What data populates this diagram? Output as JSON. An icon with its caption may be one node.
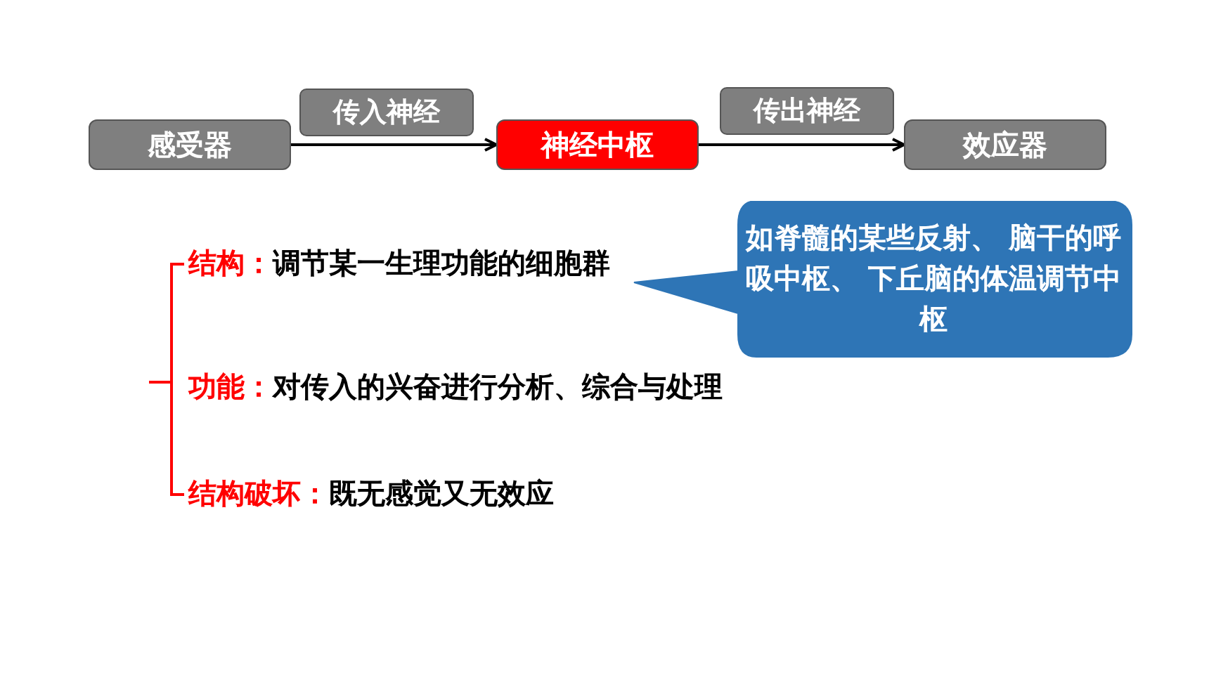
{
  "diagram": {
    "nodes": [
      {
        "text": [
          "感受器"
        ]
      },
      {
        "text": [
          "神经中枢"
        ]
      },
      {
        "text": [
          "效应器"
        ]
      },
      {
        "text": [
          "如脊髓的某些反射、 脑干的呼吸中枢、 下丘脑的体温调节中枢"
        ]
      }
    ],
    "edges": [
      {
        "from": 0,
        "to": 1,
        "arrow": "to",
        "label": "传入神经"
      },
      {
        "from": 1,
        "to": 2,
        "arrow": "to",
        "label": "传出神经"
      }
    ],
    "labels": [
      "结构：",
      "调节某一生理功能的细胞群",
      "功能：",
      "对传入的兴奋进行分析、综合与处理",
      "结构破坏：",
      "既无感觉又无效应"
    ]
  }
}
